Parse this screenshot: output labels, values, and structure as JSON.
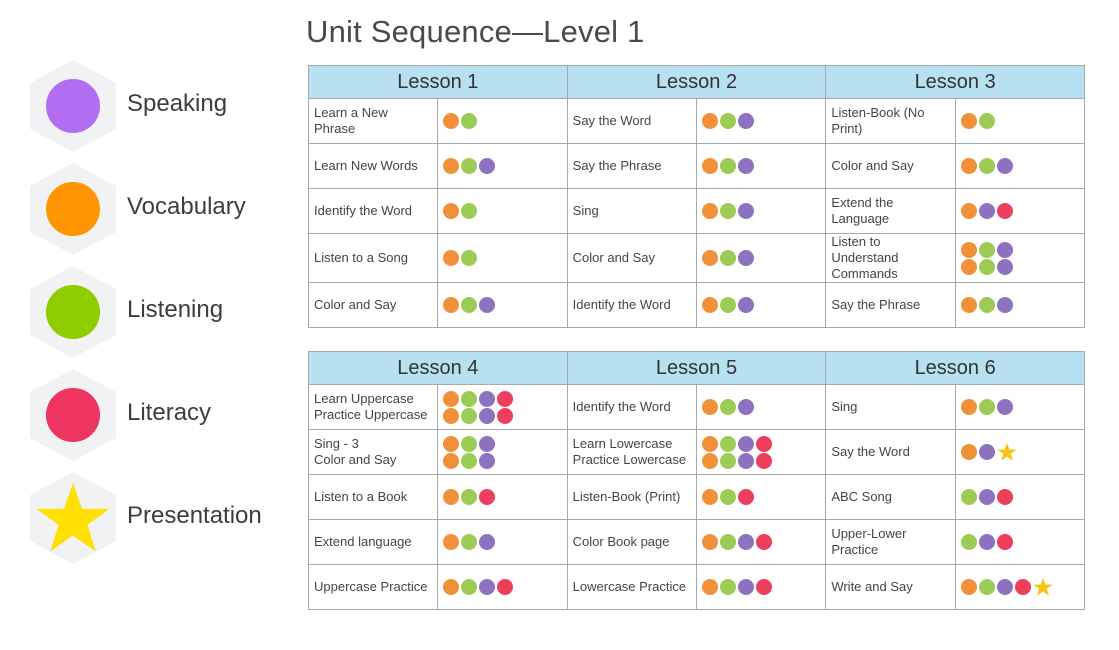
{
  "title": "Unit Sequence—Level 1",
  "colors": {
    "speaking": "#b26ef2",
    "vocabulary": "#ff9500",
    "listening": "#8fcc00",
    "literacy": "#ee3460",
    "presentation": "#ffe000",
    "dot_o": "#f0913a",
    "dot_g": "#9ccc55",
    "dot_p": "#8c72bf",
    "dot_r": "#ee3e5e",
    "dot_star": "#f6c316"
  },
  "legend": [
    {
      "label": "Speaking",
      "key": "speaking",
      "icon": "circle-icon"
    },
    {
      "label": "Vocabulary",
      "key": "vocabulary",
      "icon": "circle-icon"
    },
    {
      "label": "Listening",
      "key": "listening",
      "icon": "circle-icon"
    },
    {
      "label": "Literacy",
      "key": "literacy",
      "icon": "circle-icon"
    },
    {
      "label": "Presentation",
      "key": "presentation",
      "icon": "star-icon"
    }
  ],
  "tables": [
    {
      "lessons": [
        "Lesson 1",
        "Lesson 2",
        "Lesson 3"
      ],
      "rows": [
        [
          {
            "text": "Learn a New Phrase",
            "icons": [
              [
                "o",
                "g"
              ]
            ]
          },
          {
            "text": "Say the Word",
            "icons": [
              [
                "o",
                "g",
                "p"
              ]
            ]
          },
          {
            "text": "Listen-Book (No Print)",
            "icons": [
              [
                "o",
                "g"
              ]
            ]
          }
        ],
        [
          {
            "text": "Learn New Words",
            "icons": [
              [
                "o",
                "g",
                "p"
              ]
            ]
          },
          {
            "text": "Say the Phrase",
            "icons": [
              [
                "o",
                "g",
                "p"
              ]
            ]
          },
          {
            "text": "Color and Say",
            "icons": [
              [
                "o",
                "g",
                "p"
              ]
            ]
          }
        ],
        [
          {
            "text": "Identify the Word",
            "icons": [
              [
                "o",
                "g"
              ]
            ]
          },
          {
            "text": "Sing",
            "icons": [
              [
                "o",
                "g",
                "p"
              ]
            ]
          },
          {
            "text": "Extend the Language",
            "icons": [
              [
                "o",
                "p",
                "r"
              ]
            ]
          }
        ],
        [
          {
            "text": "Listen to a Song",
            "icons": [
              [
                "o",
                "g"
              ]
            ]
          },
          {
            "text": "Color and Say",
            "icons": [
              [
                "o",
                "g",
                "p"
              ]
            ]
          },
          {
            "text": "Listen to Understand Commands",
            "icons": [
              [
                "o",
                "g",
                "p"
              ],
              [
                "o",
                "g",
                "p"
              ]
            ]
          }
        ],
        [
          {
            "text": "Color and Say",
            "icons": [
              [
                "o",
                "g",
                "p"
              ]
            ]
          },
          {
            "text": "Identify the Word",
            "icons": [
              [
                "o",
                "g",
                "p"
              ]
            ]
          },
          {
            "text": "Say the Phrase",
            "icons": [
              [
                "o",
                "g",
                "p"
              ]
            ]
          }
        ]
      ]
    },
    {
      "lessons": [
        "Lesson 4",
        "Lesson 5",
        "Lesson 6"
      ],
      "rows": [
        [
          {
            "text": "Learn Uppercase\nPractice Uppercase",
            "icons": [
              [
                "o",
                "g",
                "p",
                "r"
              ],
              [
                "o",
                "g",
                "p",
                "r"
              ]
            ]
          },
          {
            "text": "Identify the Word",
            "icons": [
              [
                "o",
                "g",
                "p"
              ]
            ]
          },
          {
            "text": "Sing",
            "icons": [
              [
                "o",
                "g",
                "p"
              ]
            ]
          }
        ],
        [
          {
            "text": "Sing - 3\nColor and Say",
            "icons": [
              [
                "o",
                "g",
                "p"
              ],
              [
                "o",
                "g",
                "p"
              ]
            ]
          },
          {
            "text": "Learn Lowercase\nPractice Lowercase",
            "icons": [
              [
                "o",
                "g",
                "p",
                "r"
              ],
              [
                "o",
                "g",
                "p",
                "r"
              ]
            ]
          },
          {
            "text": "Say the Word",
            "icons": [
              [
                "o",
                "p",
                "star"
              ]
            ]
          }
        ],
        [
          {
            "text": "Listen to a Book",
            "icons": [
              [
                "o",
                "g",
                "r"
              ]
            ]
          },
          {
            "text": "Listen-Book (Print)",
            "icons": [
              [
                "o",
                "g",
                "r"
              ]
            ]
          },
          {
            "text": "ABC Song",
            "icons": [
              [
                "g",
                "p",
                "r"
              ]
            ]
          }
        ],
        [
          {
            "text": "Extend language",
            "icons": [
              [
                "o",
                "g",
                "p"
              ]
            ]
          },
          {
            "text": "Color Book page",
            "icons": [
              [
                "o",
                "g",
                "p",
                "r"
              ]
            ]
          },
          {
            "text": "Upper-Lower Practice",
            "icons": [
              [
                "g",
                "p",
                "r"
              ]
            ]
          }
        ],
        [
          {
            "text": "Uppercase Practice",
            "icons": [
              [
                "o",
                "g",
                "p",
                "r"
              ]
            ]
          },
          {
            "text": "Lowercase Practice",
            "icons": [
              [
                "o",
                "g",
                "p",
                "r"
              ]
            ]
          },
          {
            "text": "Write and Say",
            "icons": [
              [
                "o",
                "g",
                "p",
                "r",
                "star"
              ]
            ]
          }
        ]
      ]
    }
  ]
}
